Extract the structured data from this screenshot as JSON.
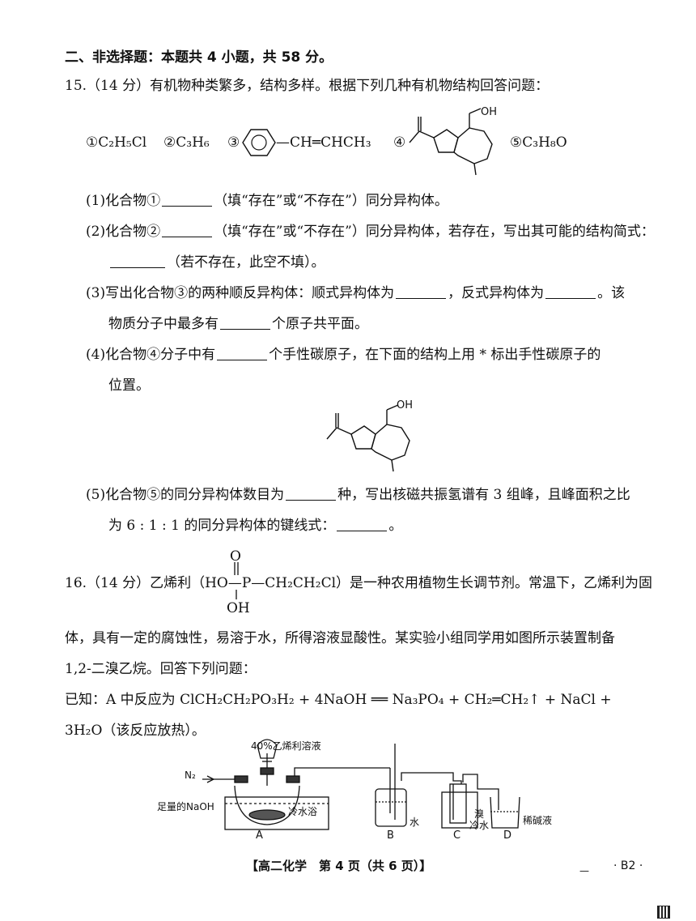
{
  "section_header": "二、非选择题：本题共 4 小题，共 58 分。",
  "q15": {
    "stem": "15.（14 分）有机物种类繁多，结构多样。根据下列几种有机物结构回答问题：",
    "c1": "①C₂H₅Cl",
    "c2": "②C₃H₆",
    "c3_num": "③",
    "c3_tail": "—CH═CHCH₃",
    "c4_num": "④",
    "c5": "⑤C₃H₈O",
    "oh": "OH",
    "p1": [
      "(1)化合物①",
      "（填“存在”或“不存在”）同分异构体。"
    ],
    "p2": [
      "(2)化合物②",
      "（填“存在”或“不存在”）同分异构体，若存在，写出其可能的结构简式：",
      "（若不存在，此空不填）。"
    ],
    "p3": [
      "(3)写出化合物③的两种顺反异构体：顺式异构体为",
      "，反式异构体为",
      "。该",
      "物质分子中最多有",
      "个原子共平面。"
    ],
    "p4": [
      "(4)化合物④分子中有",
      "个手性碳原子，在下面的结构上用 * 标出手性碳原子的",
      "位置。"
    ],
    "p5": [
      "(5)化合物⑤的同分异构体数目为",
      "种，写出核磁共振氢谱有 3 组峰，且峰面积之比",
      "为 6 : 1 : 1 的同分异构体的键线式：",
      "。"
    ]
  },
  "q16": {
    "num": "16.（14 分）乙烯利（",
    "formula_o": "O",
    "formula_main": "HO—P—CH₂CH₂Cl",
    "formula_oh": "OH",
    "after": "）是一种农用植物生长调节剂。常温下，乙烯利为固",
    "line2": "体，具有一定的腐蚀性，易溶于水，所得溶液显酸性。某实验小组同学用如图所示装置制备",
    "line3": "1,2-二溴乙烷。回答下列问题：",
    "line4": "已知：A 中反应为 ClCH₂CH₂PO₃H₂ + 4NaOH ══ Na₃PO₄ + CH₂═CH₂↑ + NaCl +",
    "line5": "3H₂O（该反应放热）。",
    "apparatus": {
      "funnel_label": "40%乙烯利溶液",
      "n2": "N₂",
      "naoh": "足量的NaOH",
      "cold_bath": "冷水浴",
      "water": "水",
      "bromine": "溴",
      "cold_water": "冷水",
      "dilute_base": "稀碱液",
      "A": "A",
      "B": "B",
      "C": "C",
      "D": "D"
    }
  },
  "footer": {
    "center": "【高二化学　第 4 页（共 6 页）】",
    "dash": "—",
    "right": "· B2 ·"
  }
}
